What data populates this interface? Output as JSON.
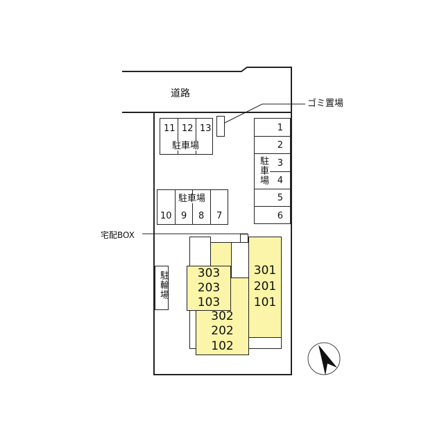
{
  "road": {
    "label": "道路"
  },
  "garbage": {
    "label": "ゴミ置場"
  },
  "delivery_box": {
    "label": "宅配BOX"
  },
  "parking_top": {
    "label": "駐車場",
    "spaces": [
      "11",
      "12",
      "13"
    ]
  },
  "parking_right": {
    "label": "駐車場",
    "spaces": [
      "1",
      "2",
      "3",
      "4",
      "5",
      "6"
    ]
  },
  "parking_middle": {
    "label": "駐車場",
    "spaces": [
      "10",
      "9",
      "8",
      "7"
    ]
  },
  "bicycle": {
    "label": "駐輪場"
  },
  "buildings": [
    {
      "units": [
        "303",
        "203",
        "103"
      ]
    },
    {
      "units": [
        "302",
        "202",
        "102"
      ]
    },
    {
      "units": [
        "301",
        "201",
        "101"
      ]
    }
  ],
  "colors": {
    "building": "#faf5a8",
    "line": "#222222"
  }
}
